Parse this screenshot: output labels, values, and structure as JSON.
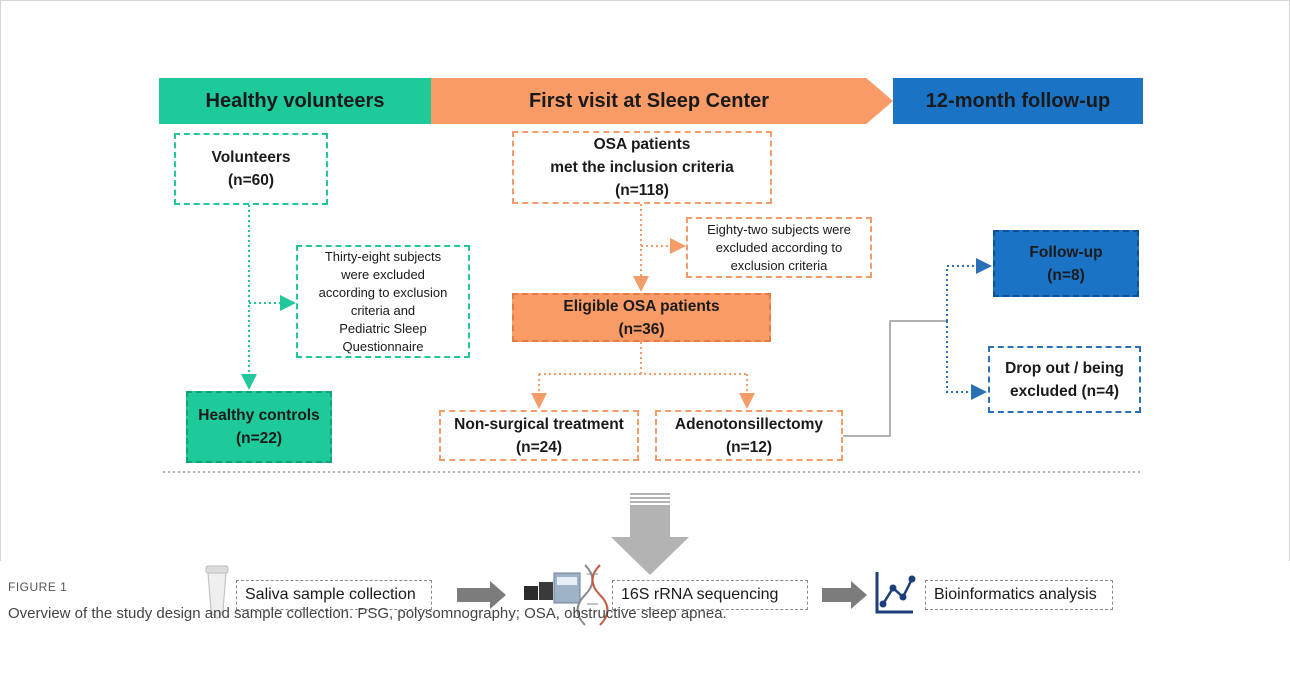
{
  "banners": {
    "healthy": "Healthy volunteers",
    "first_visit": "First visit at  Sleep Center",
    "follow_up": "12-month follow-up"
  },
  "boxes": {
    "volunteers": {
      "title": "Volunteers",
      "count": "(n=60)"
    },
    "excluded_healthy": {
      "line1": "Thirty-eight subjects",
      "line2": "were excluded",
      "line3": "according to exclusion",
      "line4": "criteria and",
      "line5": "Pediatric Sleep",
      "line6": "Questionnaire"
    },
    "healthy_controls": {
      "title": "Healthy controls",
      "count": "(n=22)"
    },
    "osa_patients": {
      "line1": "OSA patients",
      "line2": "met the inclusion criteria",
      "count": "(n=118)"
    },
    "excluded_osa": {
      "line1": "Eighty-two subjects were",
      "line2": "excluded according to",
      "line3": "exclusion criteria"
    },
    "eligible_osa": {
      "title": "Eligible OSA patients",
      "count": "(n=36)"
    },
    "non_surgical": {
      "title": "Non-surgical treatment",
      "count": "(n=24)"
    },
    "adenotonsillectomy": {
      "title": "Adenotonsillectomy",
      "count": "(n=12)"
    },
    "follow_up": {
      "title": "Follow-up",
      "count": "(n=8)"
    },
    "drop_out": {
      "line1": "Drop out / being",
      "line2": "excluded (n=4)"
    }
  },
  "pipeline": {
    "saliva": "Saliva sample collection",
    "sequencing": "16S rRNA sequencing",
    "bioinformatics": "Bioinformatics analysis"
  },
  "caption": {
    "label": "FIGURE 1",
    "text": "Overview of the study design and sample collection. PSG, polysomnography; OSA, obstructive sleep apnea."
  },
  "colors": {
    "green": "#1ec99a",
    "orange": "#f99b67",
    "blue": "#1b73c6",
    "gray": "#b3b3b3"
  }
}
